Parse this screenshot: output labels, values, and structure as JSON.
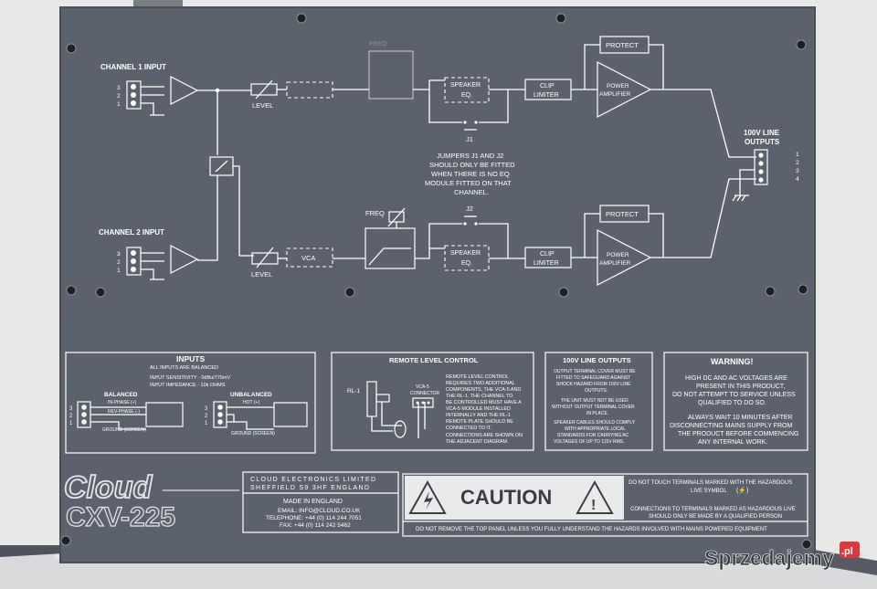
{
  "panel": {
    "channel1_input": "CHANNEL 1 INPUT",
    "channel2_input": "CHANNEL 2 INPUT",
    "pin_labels": [
      "3",
      "2",
      "1"
    ],
    "level": "LEVEL",
    "vca": "VCA",
    "freq": "FREQ",
    "speaker_eq_1": "SPEAKER",
    "speaker_eq_2": "EQ.",
    "clip_limiter_1": "CLIP",
    "clip_limiter_2": "LIMITER",
    "protect": "PROTECT",
    "power_amp_1": "POWER",
    "power_amp_2": "AMPLIFIER",
    "j1": "J1",
    "j2": "J2",
    "jumper_note": [
      "JUMPERS J1 AND J2",
      "SHOULD ONLY BE FITTED",
      "WHEN THERE IS NO EQ",
      "MODULE FITTED ON THAT",
      "CHANNEL."
    ],
    "outputs_title": [
      "100V LINE",
      "OUTPUTS"
    ],
    "output_pins": [
      "1",
      "2",
      "3",
      "4"
    ]
  },
  "inputs_box": {
    "title": "INPUTS",
    "subtitle": "ALL INPUTS ARE BALANCED",
    "sensitivity": "INPUT SENSITIVITY - 0dBu/775mV",
    "impedance": "INPUT IMPEDANCE - 10k OHMS",
    "balanced": "BALANCED",
    "unbalanced": "UNBALANCED",
    "in_phase": "IN-PHASE (+)",
    "rev_phase": "REV-PHASE (-)",
    "hot": "HOT (+)",
    "ground": "GROUND (SCREEN)"
  },
  "remote_box": {
    "title": "REMOTE LEVEL CONTROL",
    "rl1": "RL-1",
    "vca5": [
      "VCA-5",
      "CONNECTOR"
    ],
    "text": [
      "REMOTE LEVEL CONTROL",
      "REQUIRES TWO ADDITIONAL",
      "COMPONENTS, THE VCA-5 AND",
      "THE RL-1. THE CHANNEL TO",
      "BE CONTROLLED MUST HAVE A",
      "VCA-5 MODULE INSTALLED",
      "INTERNALLY AND THE RL-1",
      "REMOTE PLATE SHOULD BE",
      "CONNECTED TO IT."
    ],
    "text2": [
      "CONNECTIONS ARE SHOWN ON",
      "THE ADJACENT DIAGRAM."
    ]
  },
  "outputs_box": {
    "title": "100V LINE OUTPUTS",
    "p1": [
      "OUTPUT TERMINAL COVER MUST BE",
      "FITTED TO SAFEGUARD AGAINST",
      "SHOCK HAZARD FROM 100V LINE",
      "OUTPUTS."
    ],
    "p2": [
      "THE UNIT MUST NOT BE USED",
      "WITHOUT OUTPUT TERMINAL COVER",
      "IN PLACE."
    ],
    "p3": [
      "SPEAKER CABLES SHOULD COMPLY",
      "WITH APPROPRIATE LOCAL",
      "STANDARDS FOR CARRYING AC",
      "VOLTAGES OF UP TO 115V RMS."
    ]
  },
  "warning_box": {
    "title": "WARNING!",
    "p1": [
      "HIGH DC AND AC VOLTAGES ARE",
      "PRESENT IN THIS PRODUCT,",
      "DO NOT ATTEMPT TO SERVICE UNLESS",
      "QUALIFIED TO DO SO."
    ],
    "p2": [
      "ALWAYS WAIT 10 MINUTES AFTER",
      "DISCONNECTING MAINS SUPPLY FROM",
      "THE PRODUCT BEFORE COMMENCING",
      "ANY INTERNAL WORK."
    ]
  },
  "brand": {
    "logo": "Cloud",
    "model": "CXV-225",
    "company": [
      "CLOUD ELECTRONICS LIMITED",
      "SHEFFIELD S9 3HF ENGLAND"
    ],
    "made_in": "MADE IN ENGLAND",
    "contact": [
      "EMAIL: INFO@CLOUD.CO.UK",
      "TELEPHONE: +44 (0) 114 244 7051",
      "FAX: +44 (0) 114 242 5462"
    ]
  },
  "caution": {
    "label": "CAUTION",
    "note1": [
      "DO NOT TOUCH TERMINALS MARKED WITH THE HAZARDOUS",
      "LIVE SYMBOL"
    ],
    "note2": [
      "CONNECTIONS TO TERMINALS MARKED AS HAZARDOUS LIVE",
      "SHOULD ONLY BE MADE BY A QUALIFIED PERSON"
    ],
    "bottom": "DO NOT REMOVE THE TOP PANEL UNLESS YOU FULLY UNDERSTAND THE HAZARDS INVOLVED WITH MAINS POWERED EQUIPMENT"
  },
  "watermark": {
    "text": "Sprzedajemy",
    "badge": ".pl"
  },
  "colors": {
    "panel": "#5c626d",
    "background": "#e6e6e4",
    "print": "#ffffff",
    "watermark_red": "#e2363c"
  }
}
